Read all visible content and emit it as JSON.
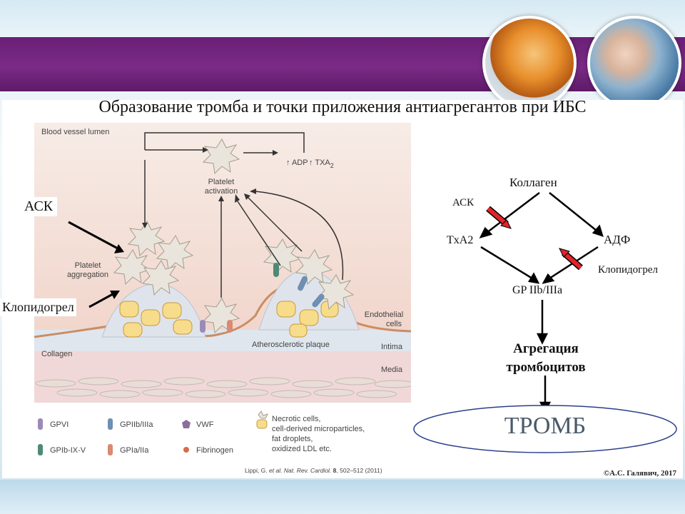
{
  "title": "Образование тромба и точки приложения антиагрегантов при ИБС",
  "illustration": {
    "labels": {
      "lumen": "Blood vessel lumen",
      "adp": "ADP",
      "txa": "TXA",
      "txa_sub": "2",
      "activation_line1": "Platelet",
      "activation_line2": "activation",
      "aggregation_line1": "Platelet",
      "aggregation_line2": "aggregation",
      "endothelial_line1": "Endothelial",
      "endothelial_line2": "cells",
      "plaque": "Atherosclerotic plaque",
      "intima": "Intima",
      "collagen": "Collagen",
      "media": "Media"
    },
    "legend": [
      {
        "label": "GPVI",
        "color": "#9b8ab8"
      },
      {
        "label": "GPIIb/IIIa",
        "color": "#6f8fb3"
      },
      {
        "label": "VWF",
        "color": "#8a6f9e"
      },
      {
        "label": "GPIb-IX-V",
        "color": "#4f8a77"
      },
      {
        "label": "GPIa/IIa",
        "color": "#d98a70"
      },
      {
        "label": "Fibrinogen",
        "color": "#d86a4a"
      }
    ],
    "legend_necrotic": [
      "Necrotic cells,",
      "cell-derived microparticles,",
      "fat droplets,",
      "oxidized LDL etc."
    ],
    "citation_prefix": "Lippi, G.",
    "citation_et_al": "et al.",
    "citation_journal": "Nat. Rev. Cardiol.",
    "citation_volume": "8",
    "citation_rest": ", 502–512 (2011)"
  },
  "callouts": {
    "ask": "АСК",
    "clopidogrel": "Клопидогрел"
  },
  "flowchart": {
    "collagen": "Коллаген",
    "ask": "АСК",
    "txa2": "TxA2",
    "adp": "АДФ",
    "clopidogrel": "Клопидогрел",
    "gp": "GP IIb/IIIa",
    "aggregation_line1": "Агрегация",
    "aggregation_line2": "тромбоцитов",
    "thrombus": "ТРОМБ"
  },
  "credit": "©А.С. Галявич, 2017",
  "colors": {
    "purple": "#6a1f74",
    "inhibitor_arrow": "#e0242a",
    "thrombus_text": "#4a5a6a",
    "ellipse_stroke": "#2b3e8c"
  }
}
